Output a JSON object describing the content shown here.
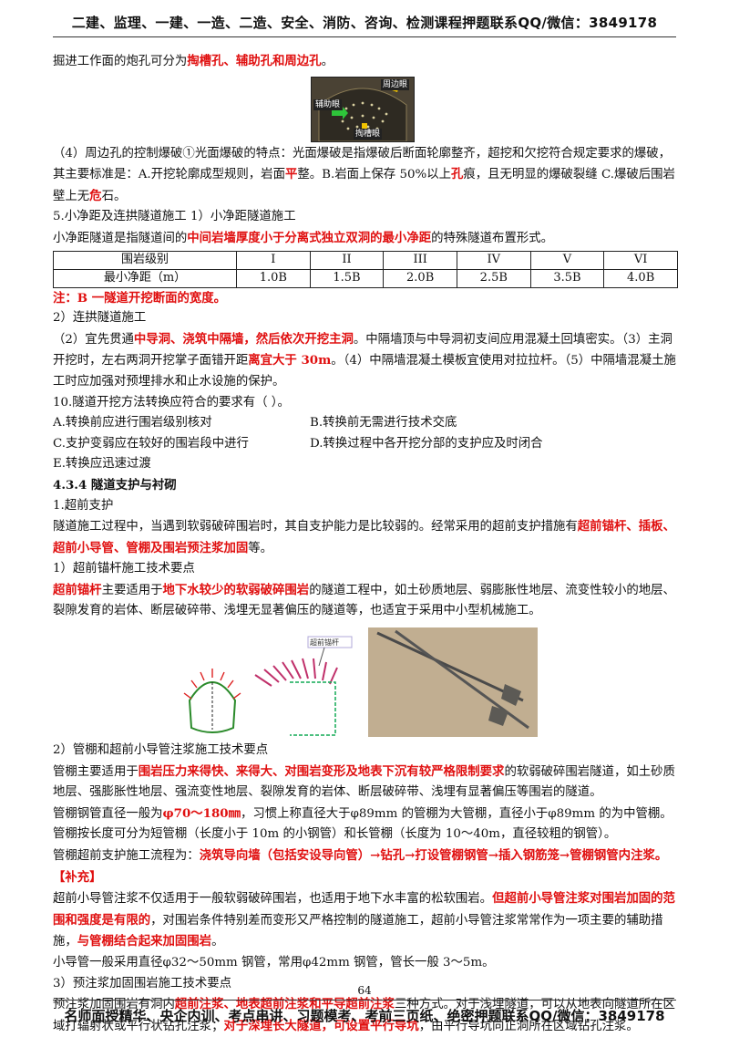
{
  "header": "二建、监理、一建、一造、二造、安全、消防、咨询、检测课程押题联系QQ/微信：3849178",
  "footer": "名师面授精华、央企内训、考点串讲、习题模考、考前三页纸、绝密押题联系QQ/微信：3849178",
  "page_number": "64",
  "colors": {
    "emphasis": "#e01010",
    "text": "#111111"
  },
  "blocks": {
    "intro": {
      "a": "掘进工作面的炮孔可分为",
      "r": "掏槽孔、辅助孔和周边孔",
      "b": "。"
    },
    "fig1_labels": {
      "aux": "辅助眼",
      "peri": "周边眼",
      "cut": "掏槽眼"
    },
    "p4": {
      "a": "（4）周边孔的控制爆破①光面爆破的特点：光面爆破是指爆破后断面轮廓整齐，超挖和欠挖符合规定要求的爆破，其主要标准是：A.开挖轮廓成型规则，岩面",
      "r1": "平",
      "b": "整。B.岩面上保存 50%以上",
      "r2": "孔",
      "c": "痕，且无明显的爆破裂缝 C.爆破后围岩壁上无",
      "r3": "危",
      "d": "石。"
    },
    "s5": "5.小净距及连拱隧道施工 1）小净距隧道施工",
    "s5def": {
      "a": "小净距隧道是指隧道间的",
      "r": "中间岩墙厚度小于分离式独立双洞的最小净距",
      "b": "的特殊隧道布置形式。"
    },
    "table": {
      "header": [
        "围岩级别",
        "I",
        "II",
        "III",
        "IV",
        "V",
        "VI"
      ],
      "row": [
        "最小净距（m）",
        "1.0B",
        "1.5B",
        "2.0B",
        "2.5B",
        "3.5B",
        "4.0B"
      ]
    },
    "note": "注：B 一隧道开挖断面的宽度。",
    "s2": "2）连拱隧道施工",
    "p_lian": {
      "a": "（2）宜先贯通",
      "r1": "中导洞、浇筑中隔墙，然后依次开挖主洞",
      "b": "。中隔墙顶与中导洞初支间应用混凝土回填密实。（3）主洞开挖时，左右两洞开挖掌子面错开距",
      "r2": "离宜大于 30m",
      "c": "。（4）中隔墙混凝土模板宜使用对拉拉杆。（5）中隔墙混凝土施工时应加强对预埋排水和止水设施的保护。"
    },
    "q10": "10.隧道开挖方法转换应符合的要求有（ ）。",
    "options": [
      "A.转换前应进行围岩级别核对",
      "B.转换前无需进行技术交底",
      "C.支护变弱应在较好的围岩段中进行",
      "D.转换过程中各开挖分部的支护应及时闭合",
      "E.转换应迅速过渡"
    ],
    "h434": "4.3.4 隧道支护与衬砌",
    "s1": "1.超前支护",
    "p_chaoqian": {
      "a": "隧道施工过程中，当遇到软弱破碎围岩时，其自支护能力是比较弱的。经常采用的超前支护措施有",
      "r": "超前锚杆、插板、超前小导管、管棚及围岩预注浆加固",
      "b": "等。"
    },
    "s1_1": "1）超前锚杆施工技术要点",
    "p_maogan": {
      "r1": "超前锚杆",
      "a": "主要适用于",
      "r2": "地下水较少的软弱破碎围岩",
      "b": "的隧道工程中，如土砂质地层、弱膨胀性地层、流变性较小的地层、裂隙发育的岩体、断层破碎带、浅埋无显著偏压的隧道等，也适宜于采用中小型机械施工。"
    },
    "fig2_label": "超前锚杆",
    "s2_1": "2）管棚和超前小导管注浆施工技术要点",
    "p_guanpeng": {
      "a": "管棚主要适用于",
      "r": "围岩压力来得快、来得大、对围岩变形及地表下沉有较严格限制要求",
      "b": "的软弱破碎围岩隧道，如土砂质地层、强膨胀性地层、强流变性地层、裂隙发育的岩体、断层破碎带、浅埋有显著偏压等围岩的隧道。"
    },
    "p_zhijing": {
      "a": "管棚钢管直径一般为",
      "r": "φ70～180㎜",
      "b": "，习惯上称直径大于φ89mm 的管棚为大管棚，直径小于φ89mm 的为中管棚。管棚按长度可分为短管棚（长度小于 10m 的小钢管）和长管棚（长度为 10～40m，直径较粗的钢管）。"
    },
    "p_liucheng": {
      "a": "管棚超前支护施工流程为：",
      "r": "浇筑导向墙（包括安设导向管）→钻孔→打设管棚钢管→插入钢筋笼→管棚钢管内注浆。【补充】"
    },
    "p_xiaodaoguan": {
      "a": "超前小导管注浆不仅适用于一般软弱破碎围岩，也适用于地下水丰富的松软围岩。",
      "r1": "但超前小导管注浆对围岩加固的范围和强度是有限的",
      "b": "，对围岩条件特别差而变形又严格控制的隧道施工，超前小导管注浆常常作为一项主要的辅助措施，",
      "r2": "与管棚结合起来加固围岩",
      "c": "。"
    },
    "p_xdg2": "小导管一般采用直径φ32～50mm 钢管，常用φ42mm 钢管，管长一般 3～5m。",
    "s3": "3）预注浆加固围岩施工技术要点",
    "p_yuzhujiang": {
      "a": "预注浆加固围岩有洞内",
      "r1": "超前注浆、地表超前注浆和平导超前注浆",
      "b": "三种方式。对于浅埋隧道，可以从地表向隧道所在区域打辐射状或平行状钻孔注浆；",
      "r2": "对于深埋长大隧道，可设置平行导坑",
      "c": "，由平行导坑向正洞所在区域钻孔注浆。"
    }
  }
}
